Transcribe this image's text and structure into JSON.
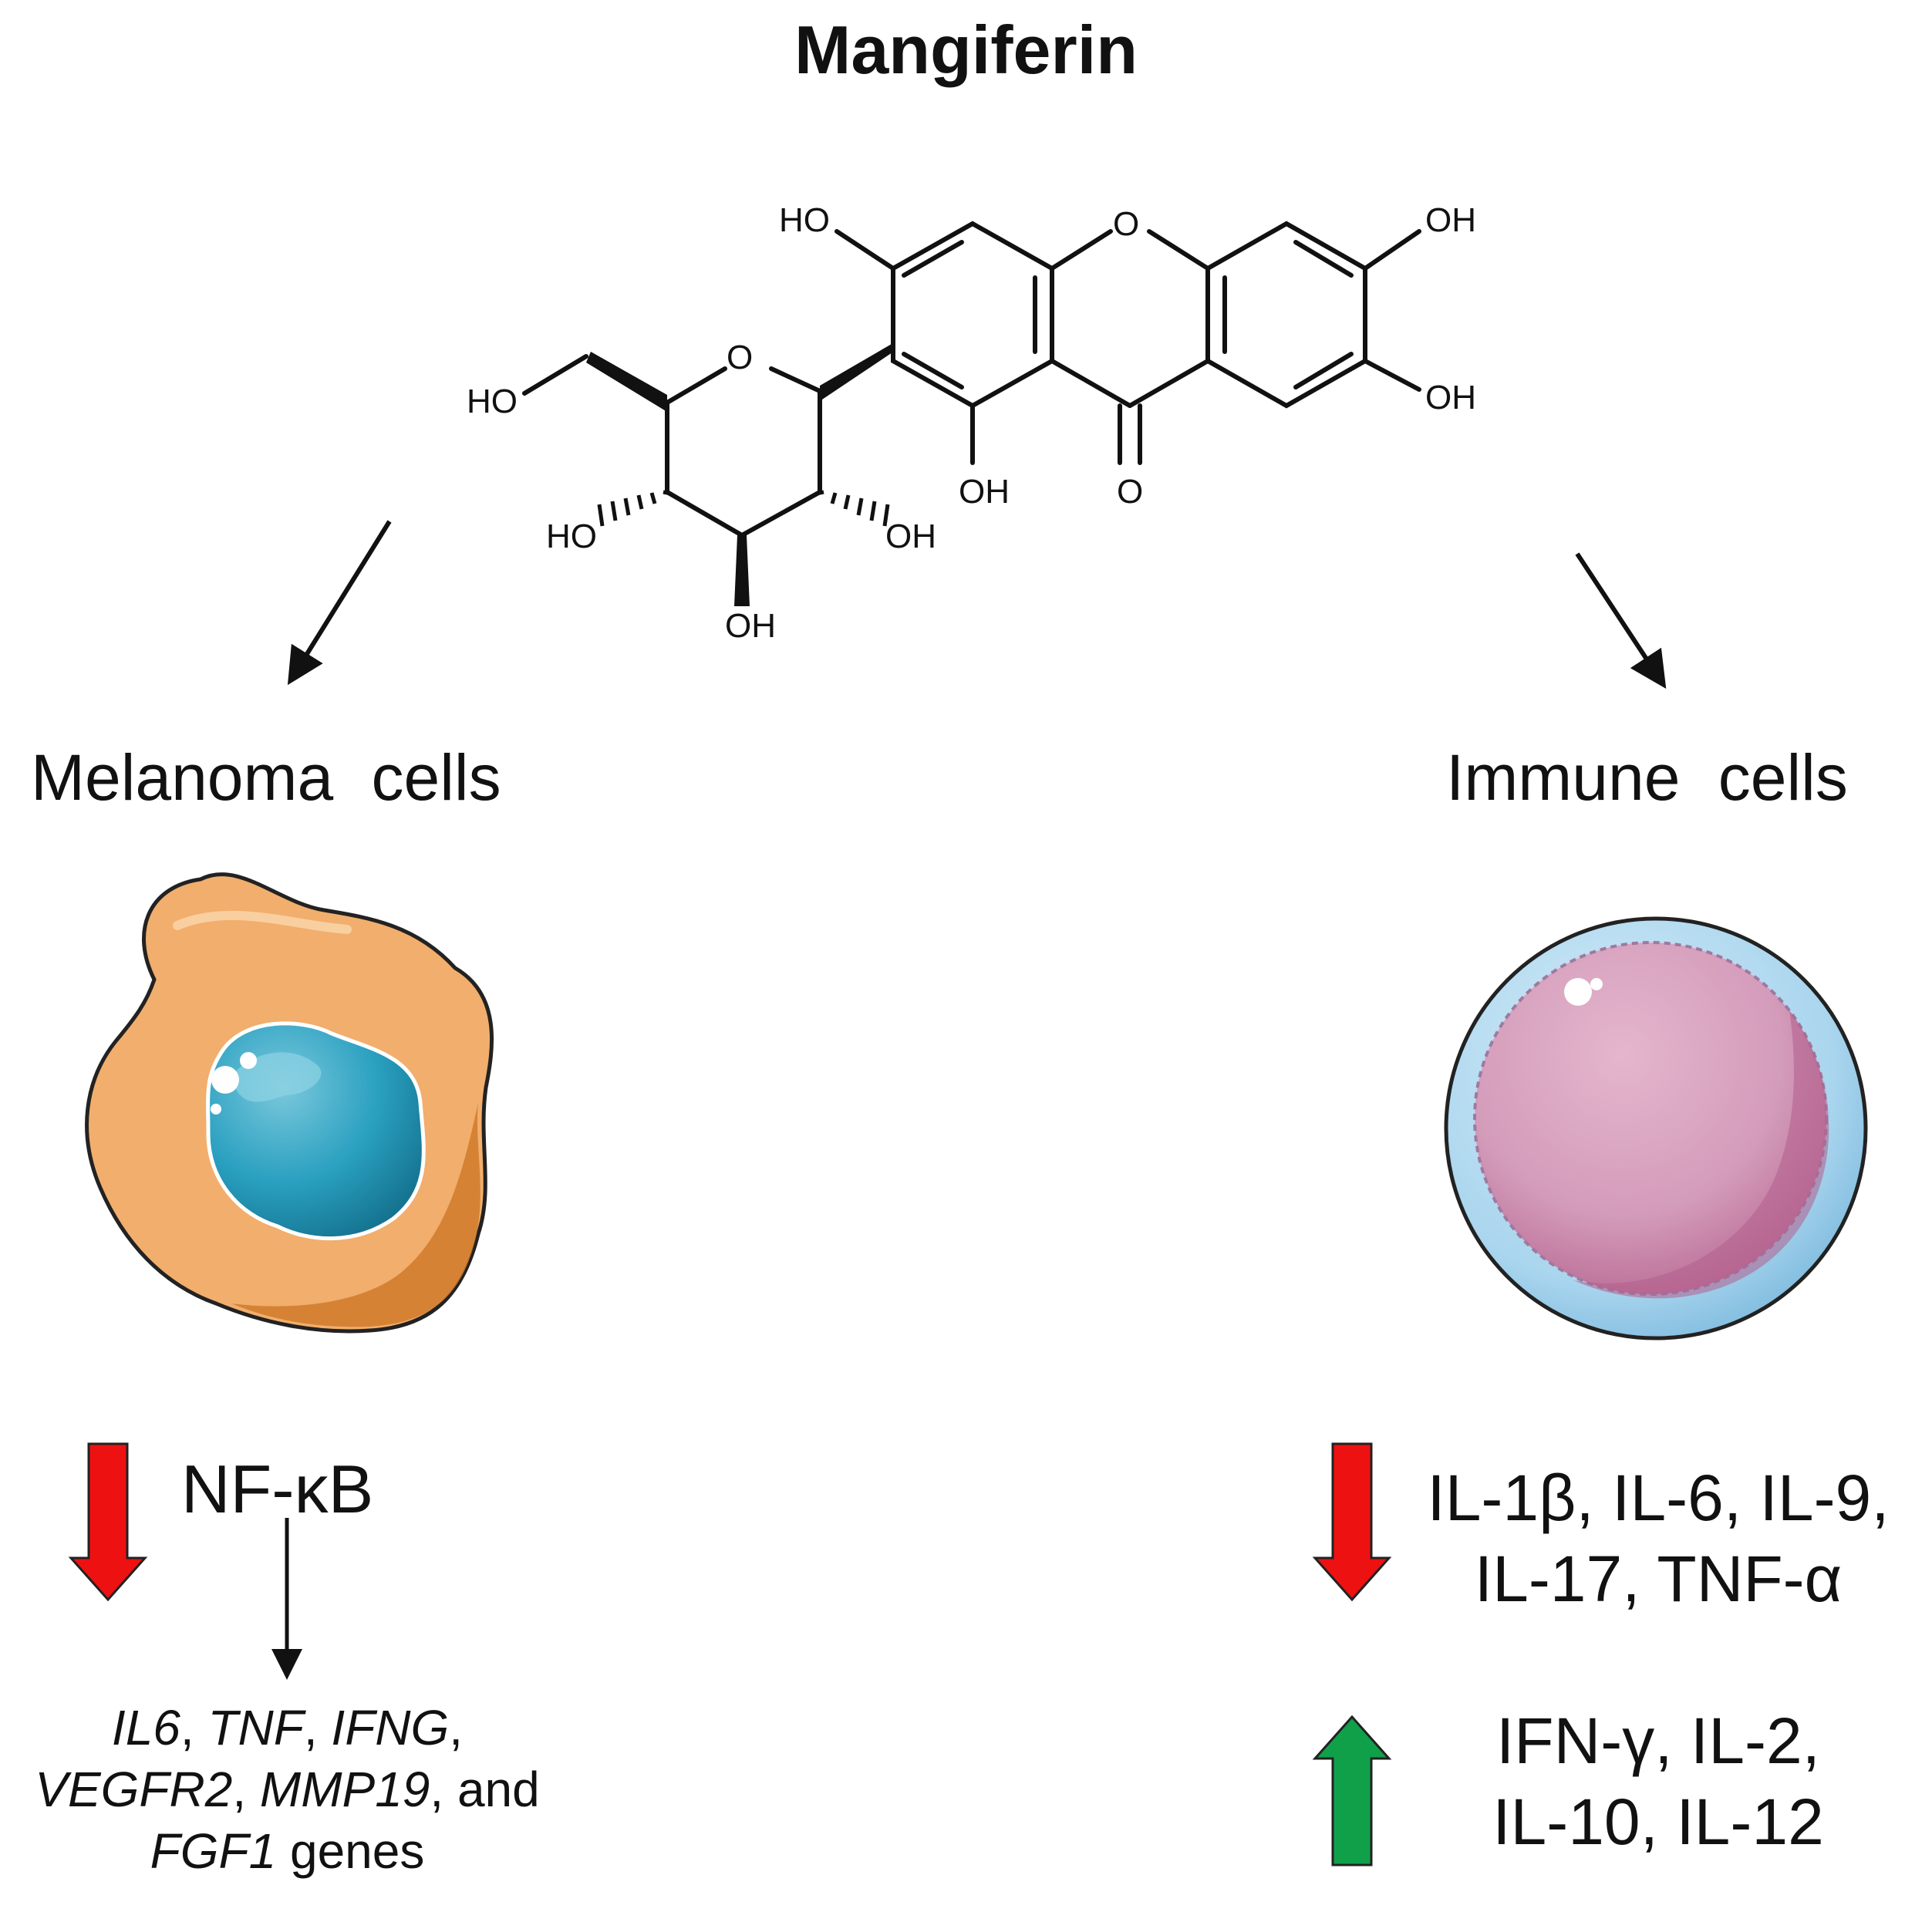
{
  "title": "Mangiferin",
  "molecule": {
    "atoms": {
      "ho_top_left": "HO",
      "o_ring_top": "O",
      "oh_top_right": "OH",
      "oh_right": "OH",
      "o_carbonyl": "O",
      "oh_mid": "OH",
      "o_sugar_ring": "O",
      "ho_sugar_left": "HO",
      "ho_sugar_bottom_left": "HO",
      "oh_sugar_bottom_right": "OH",
      "oh_sugar_bottom": "OH"
    }
  },
  "left_panel": {
    "title": "Melanoma cells",
    "marker": "NF-κB",
    "genes": {
      "g1": "IL6",
      "g2": "TNF",
      "g3": "IFNG",
      "g4": "VEGFR2",
      "g5": "MMP19",
      "conj": "and",
      "g6": "FGF1",
      "suffix": "genes"
    }
  },
  "right_panel": {
    "title": "Immune cells",
    "decreased": [
      "IL-1β, IL-6, IL-9,",
      "IL-17, TNF-α"
    ],
    "increased": [
      "IFN-γ, IL-2,",
      "IL-10, IL-12"
    ]
  },
  "colors": {
    "down_arrow": "#ee1111",
    "up_arrow": "#119944",
    "melanoma_cytoplasm": "#f0a560",
    "melanoma_nucleus": "#1f98b8",
    "immune_membrane": "#8fc6e3",
    "immune_nucleus": "#cf8fb2"
  }
}
